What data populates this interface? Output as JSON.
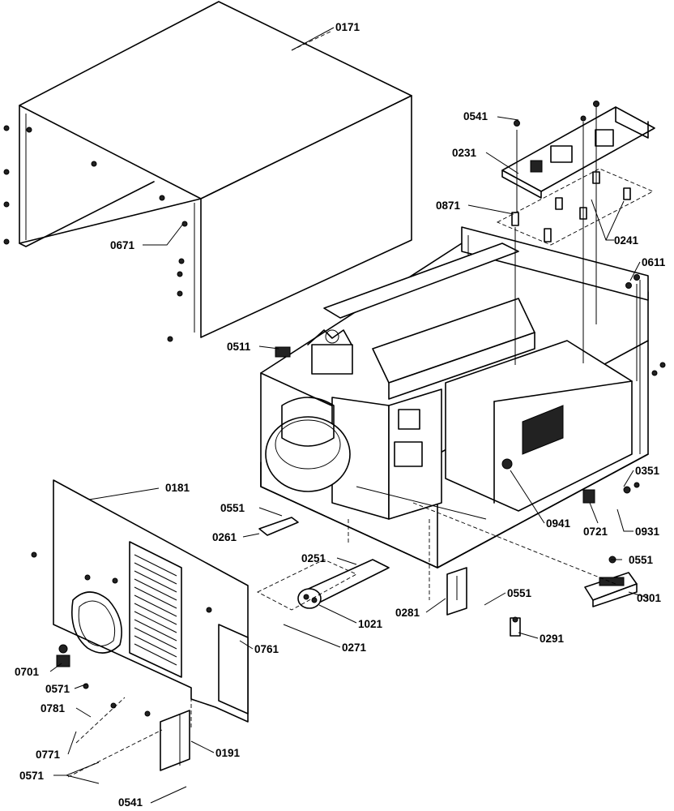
{
  "labels": {
    "l0171": "0171",
    "l0541_top": "0541",
    "l0231": "0231",
    "l0871": "0871",
    "l0241": "0241",
    "l0611": "0611",
    "l0671_top": "0671",
    "l0511": "0511",
    "l0351": "0351",
    "l0181": "0181",
    "l0551_a": "0551",
    "l0261": "0261",
    "l0941": "0941",
    "l0721": "0721",
    "l0931": "0931",
    "l0251": "0251",
    "l0551_b": "0551",
    "l0551_c": "0551",
    "l0301": "0301",
    "l0281": "0281",
    "l1021": "1021",
    "l0291": "0291",
    "l0761": "0761",
    "l0271": "0271",
    "l0701": "0701",
    "l0571_a": "0571",
    "l0781": "0781",
    "l0771": "0771",
    "l0191": "0191",
    "l0571_b": "0571",
    "l0541_bot": "0541"
  }
}
